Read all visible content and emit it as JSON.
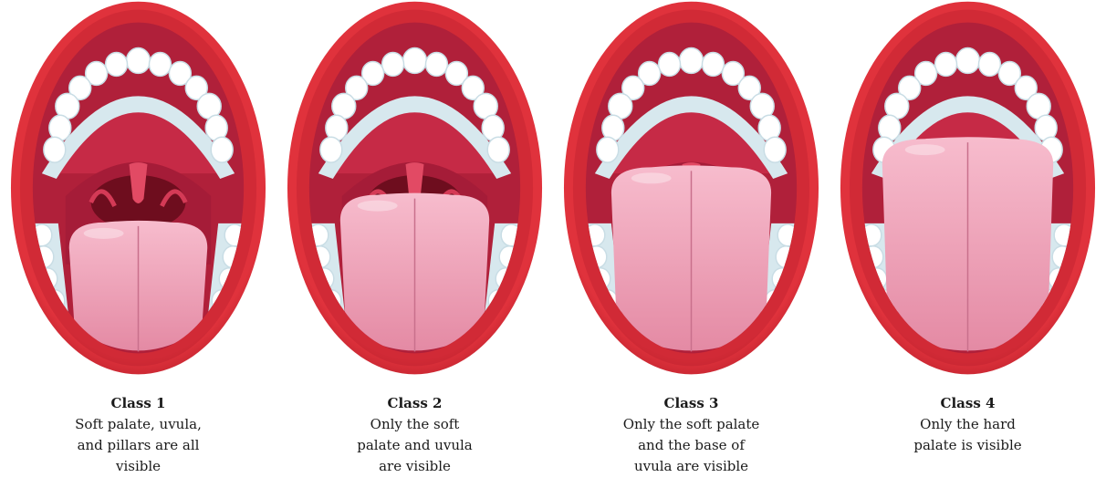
{
  "figure": {
    "colors": {
      "lip": "#e0323c",
      "lip_dark": "#b51e2a",
      "cavity": "#b0203a",
      "palate": "#c62a46",
      "throat": "#6e0d1e",
      "tongue": "#f2a6bc",
      "tongue_shade": "#e48aa4",
      "teeth": "#ffffff",
      "gum": "#d7e8ee"
    },
    "panels": [
      {
        "title": "Class 1",
        "description": "Soft palate, uvula,\nand pillars are all\nvisible",
        "tongue_level": 0.0
      },
      {
        "title": "Class 2",
        "description": "Only the soft\npalate and uvula\nare visible",
        "tongue_level": 0.33
      },
      {
        "title": "Class 3",
        "description": "Only the soft palate\nand the base of\nuvula are visible",
        "tongue_level": 0.66
      },
      {
        "title": "Class 4",
        "description": "Only the hard\npalate is visible",
        "tongue_level": 1.0
      }
    ]
  }
}
